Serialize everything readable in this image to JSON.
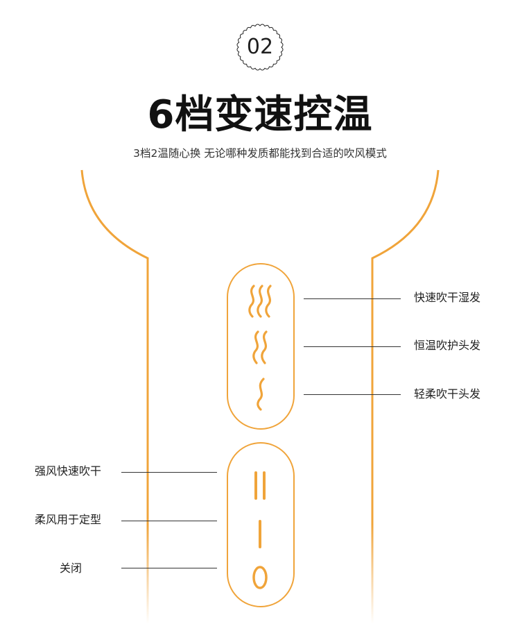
{
  "badge": {
    "number": "02"
  },
  "title": "6档变速控温",
  "subtitle": "3档2温随心换 无论哪种发质都能找到合适的吹风模式",
  "colors": {
    "accent": "#F0A43A",
    "text": "#222222",
    "line": "#333333"
  },
  "heat_modes": [
    {
      "label": "快速吹干湿发",
      "icon": "triple-wave-icon"
    },
    {
      "label": "恒温吹护头发",
      "icon": "double-wave-icon"
    },
    {
      "label": "轻柔吹干头发",
      "icon": "single-wave-icon"
    }
  ],
  "speed_modes": [
    {
      "label": "强风快速吹干",
      "icon": "level-two-icon"
    },
    {
      "label": "柔风用于定型",
      "icon": "level-one-icon"
    },
    {
      "label": "关闭",
      "icon": "power-off-icon"
    }
  ]
}
